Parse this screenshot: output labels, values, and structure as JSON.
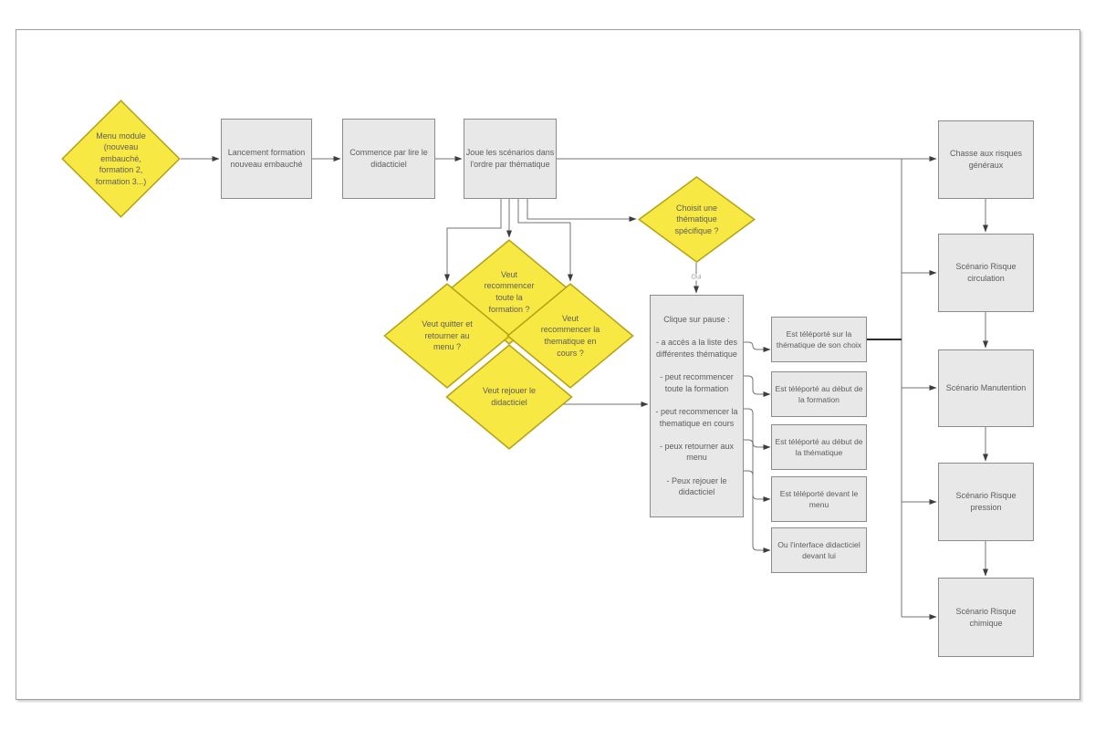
{
  "palette": {
    "canvas_border": "#a0a0a0",
    "box_fill": "#e8e8e8",
    "box_border": "#8b8b8b",
    "diamond_fill": "#f7e843",
    "diamond_border": "#b3a212",
    "line_color": "#737373",
    "arrow_color": "#3d3d3d",
    "thick_line_color": "#2b2b2b",
    "text_color": "#5c5c5c"
  },
  "nodes": {
    "menu_module": "Menu module\n(nouveau\nembauché,\nformation 2,\nformation 3...)",
    "lancement_formation": "Lancement formation\nnouveau embauché",
    "commence_didacticiel": "Commence par lire le\ndidacticiel",
    "joue_scenarios": "Joue les scénarios dans\nl'ordre par thématique",
    "choisit_thematique": "Choisit une\nthématique\nspécifique ?",
    "veut_recommencer_formation": "Veut\nrecommencer\ntoute la\nformation ?",
    "veut_quitter_menu": "Veut quitter et\nretourner au\nmenu ?",
    "veut_recommencer_thematique": "Veut\nrecommencer la\nthematique en\ncours ?",
    "veut_rejouer_didacticiel": "Veut rejouer le\ndidacticiel",
    "clique_pause": "Clique sur pause :\n\n- a accès a la liste des\ndifférentes thématique\n\n- peut recommencer\ntoute la formation\n\n- peut recommencer la\nthematique en cours\n\n- peux retourner aux\nmenu\n\n- Peux rejouer le\ndidacticiel",
    "teleporte_thematique_choix": "Est téléporté sur la\nthématique de son choix",
    "teleporte_debut_formation": "Est téléporté au début de\nla formation",
    "teleporte_debut_thematique": "Est téléporté au début de\nla thématique",
    "teleporte_devant_menu": "Est téléporté devant le\nmenu",
    "interface_didacticiel": "Ou l'interface didacticiel\ndevant lui",
    "chasse_risques_generaux": "Chasse aux risques\ngénéraux",
    "scenario_risque_circulation": "Scénario Risque\ncirculation",
    "scenario_manutention": "Scénario Manutention",
    "scenario_risque_pression": "Scénario Risque\npression",
    "scenario_risque_chimique": "Scénario Risque\nchimique"
  },
  "edge_labels": {
    "oui": "Oui"
  }
}
